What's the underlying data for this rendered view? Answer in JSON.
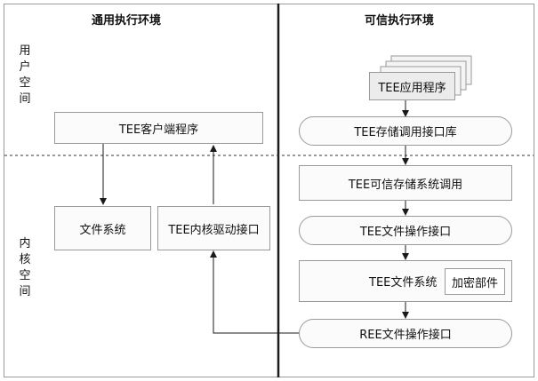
{
  "headers": {
    "left": "通用执行环境",
    "right": "可信执行环境"
  },
  "side_labels": {
    "user_space": [
      "用",
      "户",
      "空",
      "间"
    ],
    "kernel_space": [
      "内",
      "核",
      "空",
      "间"
    ]
  },
  "boxes": {
    "tee_client": "TEE客户端程序",
    "file_system": "文件系统",
    "tee_kernel_driver": "TEE内核驱动接口",
    "tee_app": "TEE应用程序",
    "tee_storage_api": "TEE存储调用接口库",
    "tee_trusted_syscall": "TEE可信存储系统调用",
    "tee_file_op": "TEE文件操作接口",
    "tee_fs": "TEE文件系统",
    "encryption": "加密部件",
    "ree_file_op": "REE文件操作接口"
  },
  "colors": {
    "border": "#9a9a9a",
    "line": "#1a1a1a",
    "box_fill": "#fbfbfb"
  }
}
